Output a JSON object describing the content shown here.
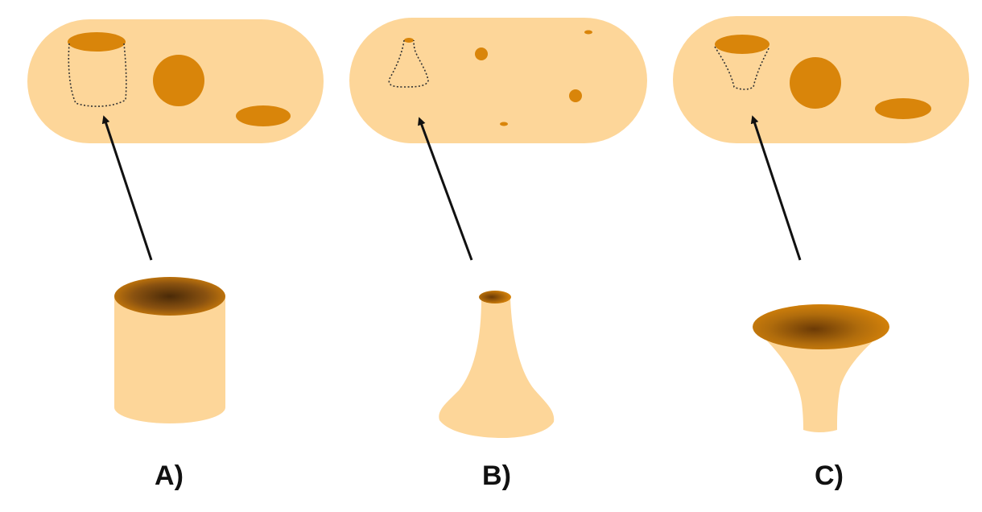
{
  "panels": [
    {
      "label": "A)",
      "pore_shape": "cylinder"
    },
    {
      "label": "B)",
      "pore_shape": "ink-bottle"
    },
    {
      "label": "C)",
      "pore_shape": "funnel"
    }
  ],
  "colors": {
    "particle_fill": "#fdd699",
    "pore_fill": "#d9850a",
    "pore_dark": "#6b3a06",
    "arrow": "#111111",
    "dotted_outline": "#333333",
    "label_text": "#111111"
  }
}
